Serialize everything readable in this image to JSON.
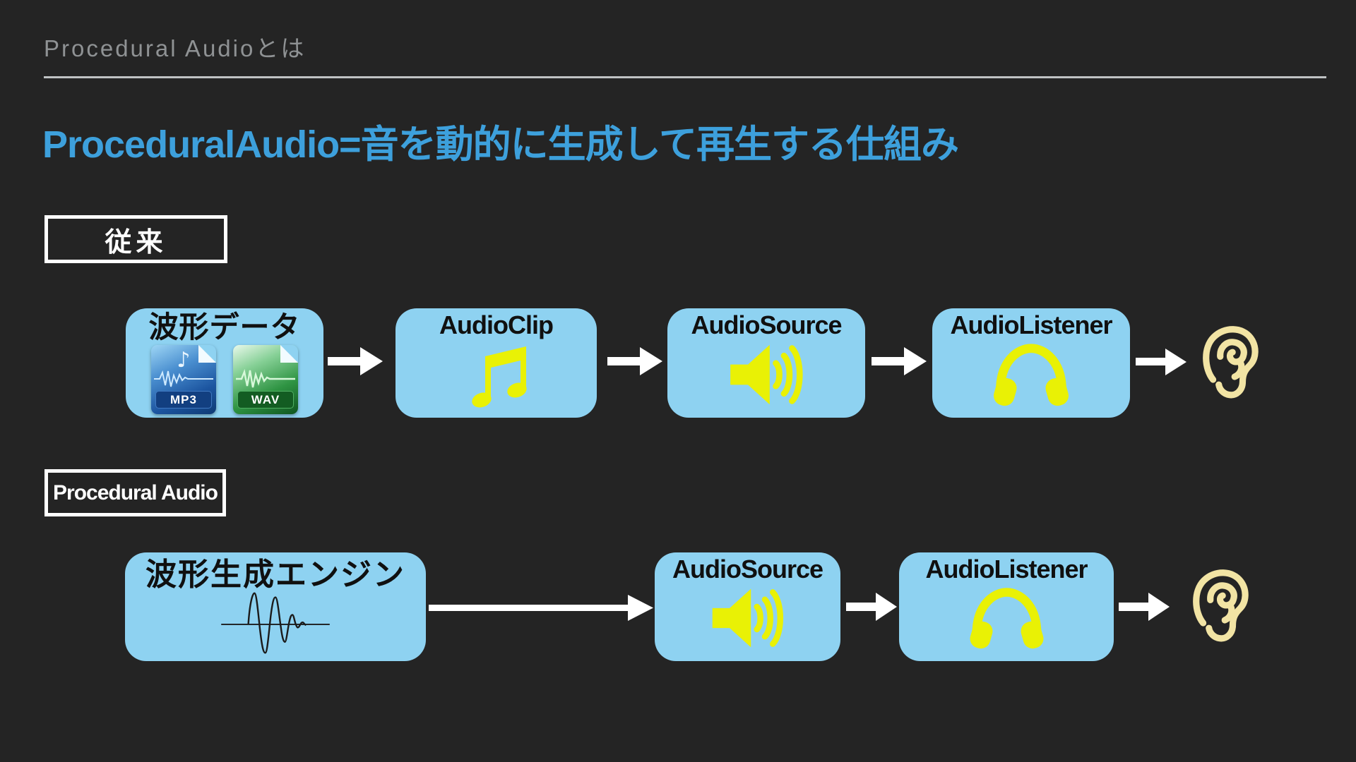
{
  "slide": {
    "header": "Procedural Audioとは",
    "title": "ProceduralAudio=音を動的に生成して再生する仕組み"
  },
  "colors": {
    "background": "#242424",
    "header_gray": "#8f9294",
    "divider": "#bfc2c3",
    "title_blue": "#3da0dc",
    "node_blue": "#8ed2f1",
    "icon_yellow": "#e9f105",
    "ear_cream": "#f2e4a4",
    "arrow_white": "#ffffff",
    "label_black": "#101010"
  },
  "rows": [
    {
      "label": "従来",
      "nodes": [
        {
          "title": "波形データ",
          "icon": "audio-file-icons",
          "badges": [
            "MP3",
            "WAV"
          ]
        },
        {
          "title": "AudioClip",
          "icon": "music-note-icon"
        },
        {
          "title": "AudioSource",
          "icon": "speaker-icon"
        },
        {
          "title": "AudioListener",
          "icon": "headphones-icon"
        }
      ],
      "sink_icon": "ear-icon"
    },
    {
      "label": "Procedural Audio",
      "nodes": [
        {
          "title": "波形生成エンジン",
          "icon": "waveform-icon"
        },
        {
          "title": "AudioSource",
          "icon": "speaker-icon"
        },
        {
          "title": "AudioListener",
          "icon": "headphones-icon"
        }
      ],
      "sink_icon": "ear-icon"
    }
  ]
}
